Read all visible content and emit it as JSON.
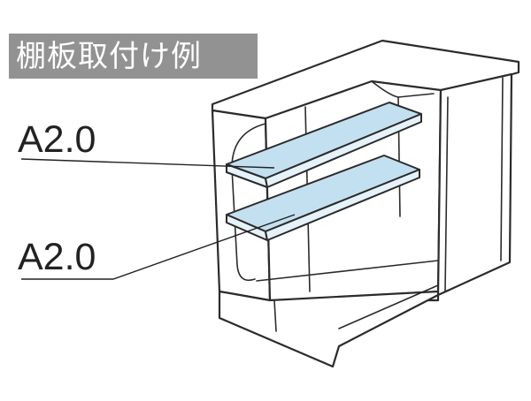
{
  "title": "棚板取付け例",
  "callouts": [
    {
      "label": "A2.0"
    },
    {
      "label": "A2.0"
    }
  ],
  "colors": {
    "title_background": "#929292",
    "title_text": "#ffffff",
    "shelf_fill": "#c3e0f0",
    "outline": "#2b2b2b"
  }
}
